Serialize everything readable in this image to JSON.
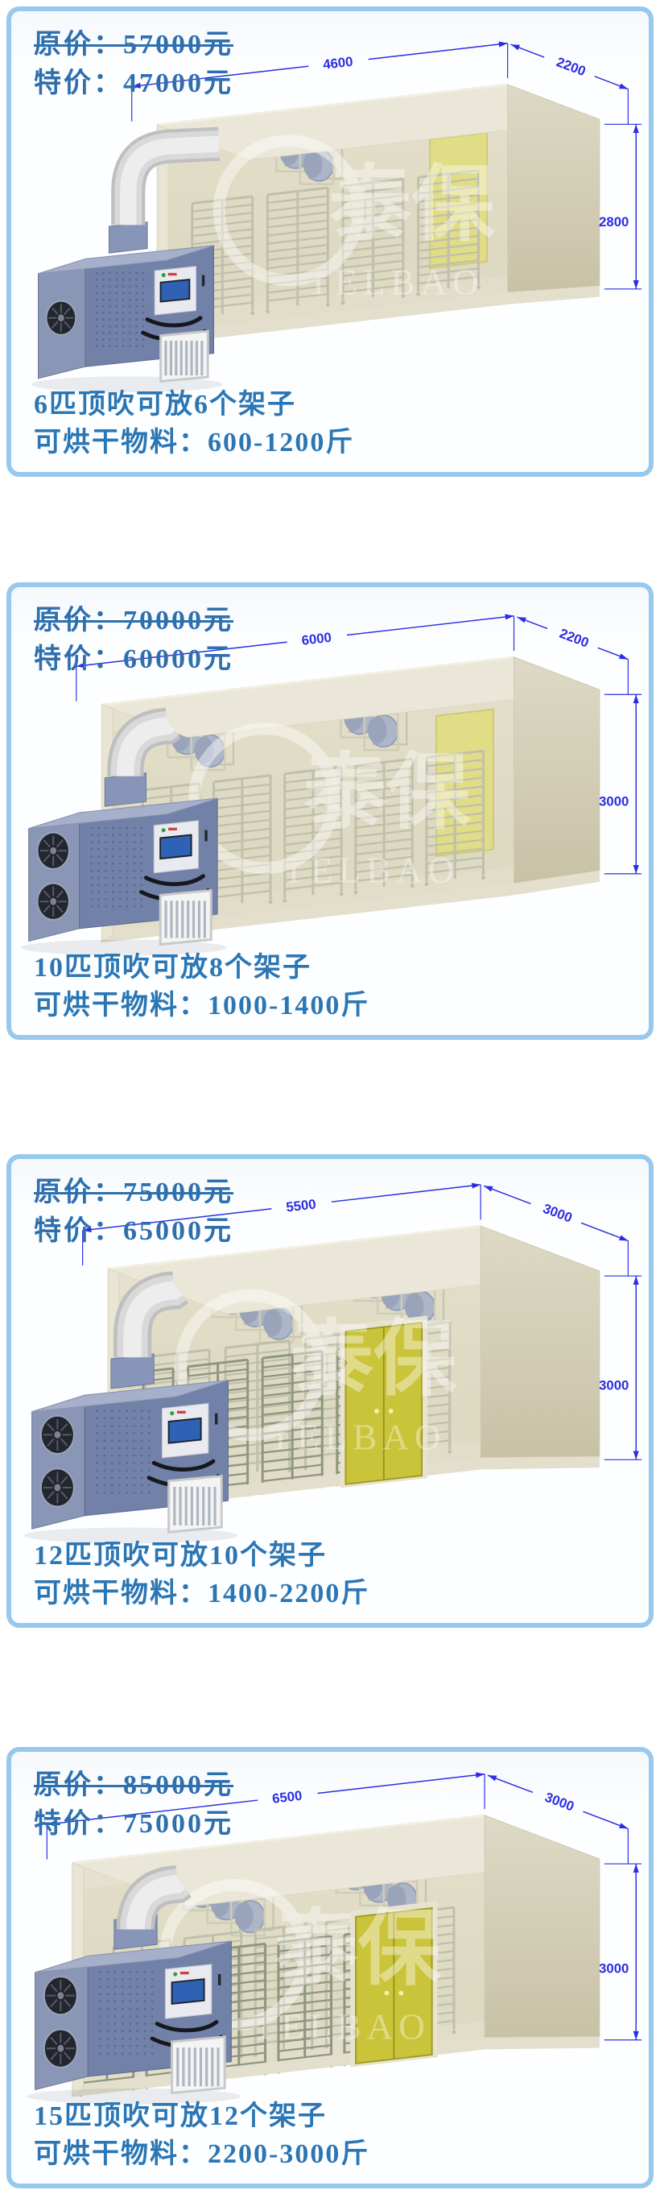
{
  "watermark": {
    "cn": "泰保",
    "en": "TELBAO"
  },
  "colors": {
    "card_border": "#97c8ee",
    "price_text": "#2e6fae",
    "desc_text": "#2b76b4",
    "dimension_blue": "#2b2de2",
    "door_yellow": "#cac43b",
    "machine_blue": "#7181a8",
    "room_beige": "#dcd7c0"
  },
  "cards": [
    {
      "original_price": "原价：57000元",
      "special_price": "特价：47000元",
      "desc_line1": "6匹顶吹可放6个架子",
      "desc_line2": "可烘干物料：600-1200斤",
      "dims": {
        "width": "4600",
        "depth": "2200",
        "height": "2800"
      },
      "scene": {
        "machine_fans": 1,
        "fan_groups": [
          2
        ],
        "rack_rows": 1,
        "racks": 4,
        "door": "back"
      }
    },
    {
      "original_price": "原价：70000元",
      "special_price": "特价：60000元",
      "desc_line1": "10匹顶吹可放8个架子",
      "desc_line2": "可烘干物料：1000-1400斤",
      "dims": {
        "width": "6000",
        "depth": "2200",
        "height": "3000"
      },
      "scene": {
        "machine_fans": 2,
        "fan_groups": [
          2,
          2
        ],
        "rack_rows": 1,
        "racks": 5,
        "door": "back"
      }
    },
    {
      "original_price": "原价：75000元",
      "special_price": "特价：65000元",
      "desc_line1": "12匹顶吹可放10个架子",
      "desc_line2": "可烘干物料：1400-2200斤",
      "dims": {
        "width": "5500",
        "depth": "3000",
        "height": "3000"
      },
      "scene": {
        "machine_fans": 2,
        "fan_groups": [
          3,
          3
        ],
        "rack_rows": 2,
        "racks": 4,
        "door": "front"
      }
    },
    {
      "original_price": "原价：85000元",
      "special_price": "特价：75000元",
      "desc_line1": "15匹顶吹可放12个架子",
      "desc_line2": "可烘干物料：2200-3000斤",
      "dims": {
        "width": "6500",
        "depth": "3000",
        "height": "3000"
      },
      "scene": {
        "machine_fans": 2,
        "fan_groups": [
          3,
          3
        ],
        "rack_rows": 2,
        "racks": 5,
        "door": "front"
      }
    }
  ]
}
